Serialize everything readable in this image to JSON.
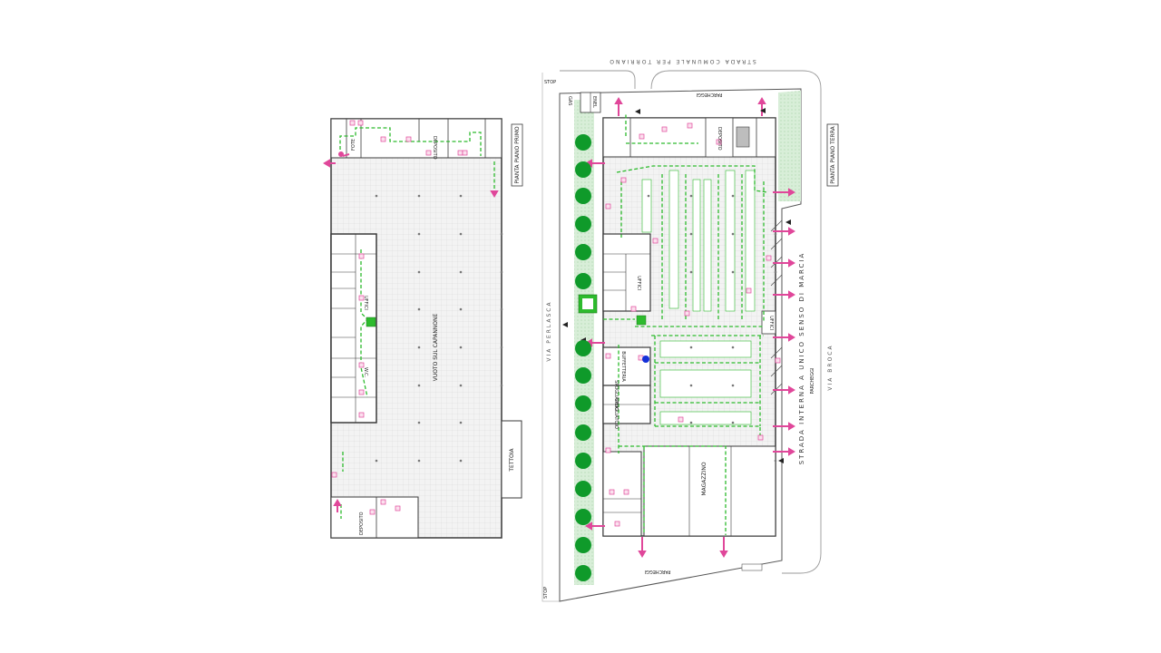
{
  "colors": {
    "route": "#2dbb2d",
    "exit_arrow": "#e0479a",
    "wall": "#3a3a3a",
    "grid": "#d4d4d4",
    "floor": "#f1f1f1",
    "tree": "#0f9a2a",
    "landscape": "#c9e6c9",
    "marker_blue": "#1430d8"
  },
  "first_floor": {
    "title": "PIANTA PIANO PRIMO",
    "void": "VUOTO SUL CAPANNONE",
    "canopy": "TETTOIA",
    "deposit_top": "DEPOSITO",
    "deposit_bottom": "DEPOSITO",
    "office": "UFFICI",
    "stair_room": "FOTE",
    "wc": "W.C."
  },
  "ground_floor": {
    "title": "PIANTA PIANO TERRA",
    "road_top": "STRADA COMUNALE PER TORRIANO",
    "road_left": "VIA PERLASCA",
    "road_right": "VIA BROCA",
    "internal_road": "STRADA INTERNA A UNICO SENSO DI MARCIA",
    "parking_top": "PARCHEGGI",
    "parking_bottom": "PARCHEGGI",
    "parking_right": "PARCHEGGI",
    "deposit": "DEPOSITO",
    "warehouse": "MAGAZZINO",
    "office": "UFFICI",
    "office_right": "UFFICI",
    "buffet": "BUFFETTERIA",
    "changing_1": "SPOGLIATOIO",
    "changing_2": "SPOGLIATOIO",
    "enel": "ENEL",
    "gas": "GAS",
    "stop_top": "STOP",
    "stop_bottom": "STOP"
  }
}
